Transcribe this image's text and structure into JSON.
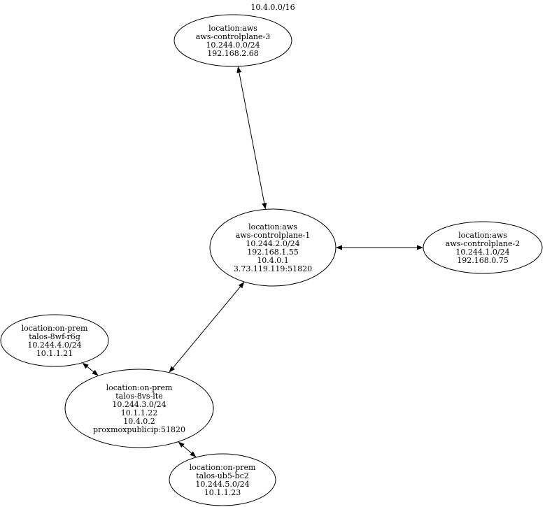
{
  "graph": {
    "label": "10.4.0.0/16"
  },
  "nodes": [
    {
      "id": "aws-controlplane-3",
      "lines": [
        "location:aws",
        "aws-controlplane-3",
        "10.244.0.0/24",
        "192.168.2.68"
      ]
    },
    {
      "id": "aws-controlplane-1",
      "lines": [
        "location:aws",
        "aws-controlplane-1",
        "10.244.2.0/24",
        "192.168.1.55",
        "10.4.0.1",
        "3.73.119.119:51820"
      ]
    },
    {
      "id": "aws-controlplane-2",
      "lines": [
        "location:aws",
        "aws-controlplane-2",
        "10.244.1.0/24",
        "192.168.0.75"
      ]
    },
    {
      "id": "talos-8wf-r6g",
      "lines": [
        "location:on-prem",
        "talos-8wf-r6g",
        "10.244.4.0/24",
        "10.1.1.21"
      ]
    },
    {
      "id": "talos-8vs-lte",
      "lines": [
        "location:on-prem",
        "talos-8vs-lte",
        "10.244.3.0/24",
        "10.1.1.22",
        "10.4.0.2",
        "proxmoxpublicip:51820"
      ]
    },
    {
      "id": "talos-ub5-bc2",
      "lines": [
        "location:on-prem",
        "talos-ub5-bc2",
        "10.244.5.0/24",
        "10.1.1.23"
      ]
    }
  ],
  "edges": [
    {
      "from": "aws-controlplane-3",
      "to": "aws-controlplane-1",
      "direction": "both"
    },
    {
      "from": "aws-controlplane-1",
      "to": "aws-controlplane-2",
      "direction": "both"
    },
    {
      "from": "aws-controlplane-1",
      "to": "talos-8vs-lte",
      "direction": "both"
    },
    {
      "from": "talos-8wf-r6g",
      "to": "talos-8vs-lte",
      "direction": "both"
    },
    {
      "from": "talos-8vs-lte",
      "to": "talos-ub5-bc2",
      "direction": "both"
    }
  ],
  "colors": {
    "stroke": "#000000",
    "fill": "#ffffff",
    "text": "#000000"
  }
}
